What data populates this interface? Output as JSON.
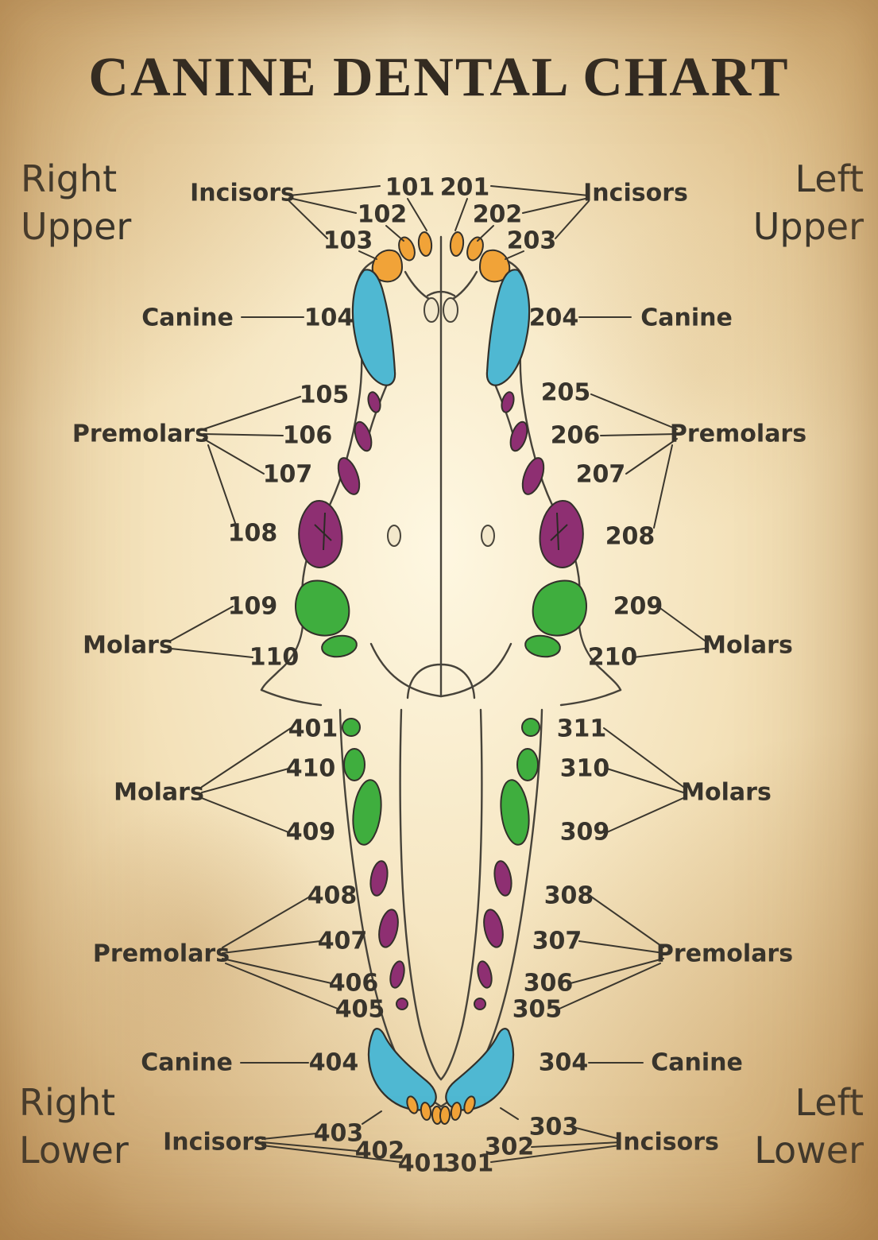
{
  "title": "CANINE DENTAL CHART",
  "quadrants": {
    "right_upper": [
      "Right",
      "Upper"
    ],
    "left_upper": [
      "Left",
      "Upper"
    ],
    "right_lower": [
      "Right",
      "Lower"
    ],
    "left_lower": [
      "Left",
      "Lower"
    ]
  },
  "upper_jaw": {
    "right": {
      "incisors_label": "Incisors",
      "incisor_numbers": [
        "101",
        "102",
        "103"
      ],
      "canine_label": "Canine",
      "canine_number": "104",
      "premolars_label": "Premolars",
      "premolar_numbers": [
        "105",
        "106",
        "107",
        "108"
      ],
      "molars_label": "Molars",
      "molar_numbers": [
        "109",
        "110"
      ]
    },
    "left": {
      "incisors_label": "Incisors",
      "incisor_numbers": [
        "201",
        "202",
        "203"
      ],
      "canine_label": "Canine",
      "canine_number": "204",
      "premolars_label": "Premolars",
      "premolar_numbers": [
        "205",
        "206",
        "207",
        "208"
      ],
      "molars_label": "Molars",
      "molar_numbers": [
        "209",
        "210"
      ]
    }
  },
  "lower_jaw": {
    "right": {
      "molars_label": "Molars",
      "molar_numbers": [
        "401",
        "410",
        "409"
      ],
      "premolars_label": "Premolars",
      "premolar_numbers": [
        "408",
        "407",
        "406",
        "405"
      ],
      "canine_label": "Canine",
      "canine_number": "404",
      "incisors_label": "Incisors",
      "incisor_numbers": [
        "403",
        "402",
        "401"
      ]
    },
    "left": {
      "molars_label": "Molars",
      "molar_numbers": [
        "311",
        "310",
        "309"
      ],
      "premolars_label": "Premolars",
      "premolar_numbers": [
        "308",
        "307",
        "306",
        "305"
      ],
      "canine_label": "Canine",
      "canine_number": "304",
      "incisors_label": "Incisors",
      "incisor_numbers": [
        "303",
        "302",
        "301"
      ]
    }
  },
  "colors": {
    "incisor": "#F1A338",
    "canine": "#4FB8D2",
    "premolar": "#8E2F72",
    "molar": "#3FAE3E",
    "outline": "#47433A",
    "label_text": "#38342C",
    "title_text": "#2C2721"
  }
}
